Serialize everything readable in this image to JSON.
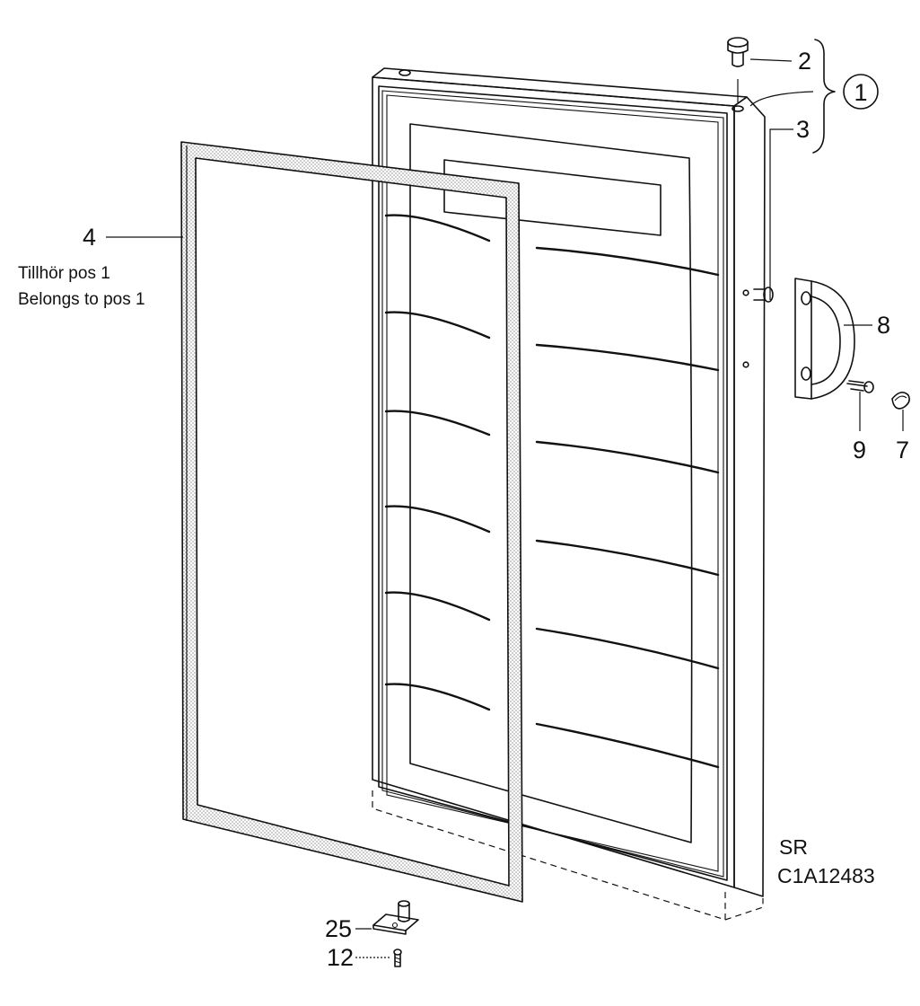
{
  "callouts": {
    "p1": "1",
    "p2": "2",
    "p3": "3",
    "p4": "4",
    "p7": "7",
    "p8": "8",
    "p9": "9",
    "p12": "12",
    "p25": "25"
  },
  "notes": {
    "line_sv": "Tillhör pos 1",
    "line_en": "Belongs to pos 1"
  },
  "drawing": {
    "series": "SR",
    "code": "C1A12483"
  }
}
